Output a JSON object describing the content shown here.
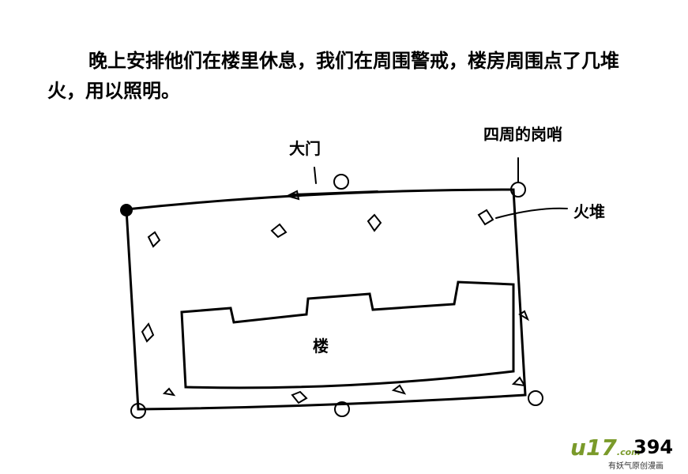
{
  "caption": "晚上安排他们在楼里休息，我们在周围警戒，楼房周围点了几堆火，用以照明。",
  "labels": {
    "gate": "大门",
    "sentries": "四周的岗哨",
    "fires": "火堆",
    "building": "楼"
  },
  "watermark": {
    "logo": "u17",
    "domain": ".com",
    "tagline": "有妖气原创漫画",
    "page_number": "394"
  }
}
